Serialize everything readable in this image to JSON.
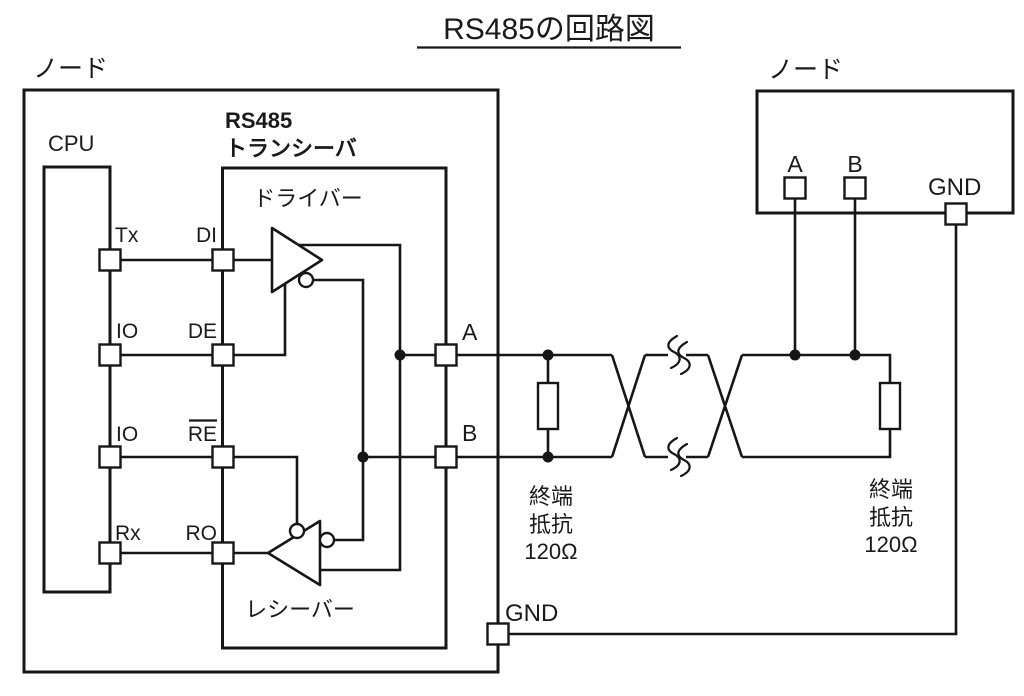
{
  "title": "RS485の回路図",
  "left_node": {
    "label": "ノード",
    "cpu": {
      "label": "CPU",
      "pins": [
        "Tx",
        "IO",
        "IO",
        "Rx"
      ]
    },
    "transceiver": {
      "name_line1": "RS485",
      "name_line2": "トランシーバ",
      "driver_label": "ドライバー",
      "receiver_label": "レシーバー",
      "pins": [
        "DI",
        "DE",
        "RE",
        "RO"
      ],
      "line_pins": [
        "A",
        "B"
      ]
    },
    "gnd_label": "GND"
  },
  "right_node": {
    "label": "ノード",
    "pins": [
      "A",
      "B"
    ],
    "gnd_label": "GND"
  },
  "termination_left": {
    "lines": [
      "終端",
      "抵抗",
      "120Ω"
    ]
  },
  "termination_right": {
    "lines": [
      "終端",
      "抵抗",
      "120Ω"
    ]
  },
  "colors": {
    "line": "#161616",
    "text": "#1a1a1a",
    "background": "#ffffff"
  }
}
